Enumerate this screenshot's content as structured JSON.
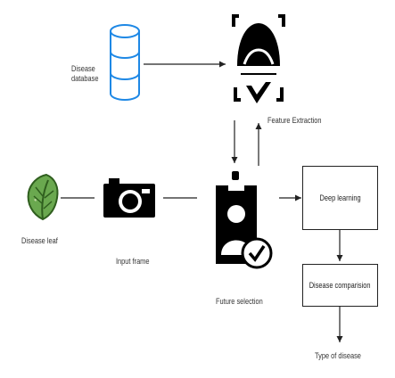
{
  "labels": {
    "disease_database": [
      "Disease",
      "database"
    ],
    "feature_extraction": "Feature Extraction",
    "disease_leaf": "Disease leaf",
    "input_frame": "Input frame",
    "future_selection": "Future selection",
    "deep_learning": "Deep learning",
    "disease_comparision": "Disease comparision",
    "type_of_disease": "Type  of disease"
  },
  "icons": {
    "database": "database-icon",
    "scanner": "face-scan-icon",
    "leaf": "leaf-icon",
    "camera": "camera-icon",
    "badge": "user-badge-check-icon"
  },
  "colors": {
    "database_stroke": "#1e88e5",
    "leaf_green": "#6aa84f",
    "leaf_outline": "#2f5e1e",
    "ink": "#000000"
  }
}
